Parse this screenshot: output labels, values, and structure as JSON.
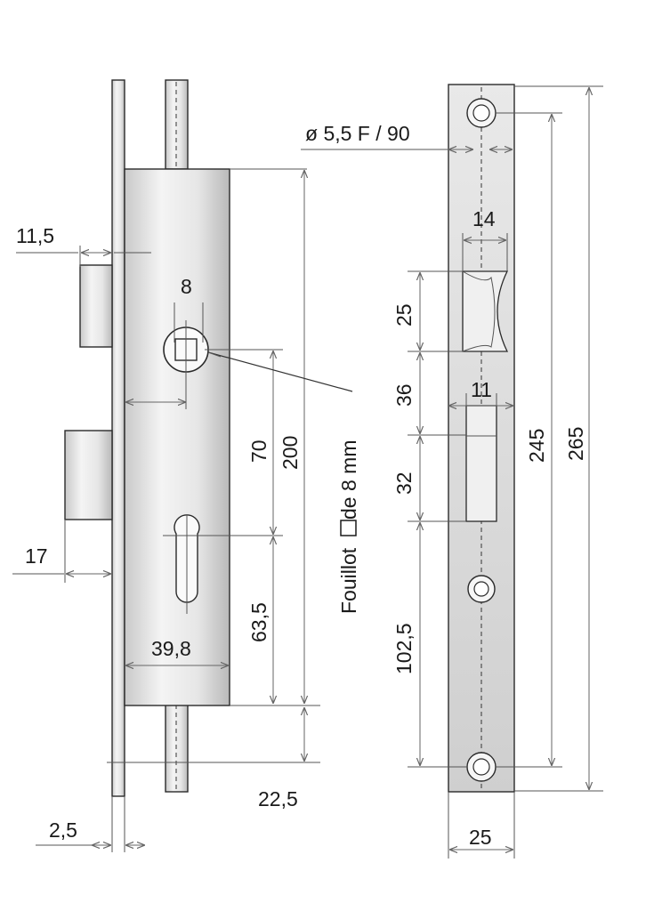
{
  "diagram": {
    "labels": {
      "dim_11_5": "11,5",
      "dim_8": "8",
      "dim_17": "17",
      "dim_70": "70",
      "dim_200": "200",
      "dim_63_5": "63,5",
      "dim_39_8": "39,8",
      "dim_22_5": "22,5",
      "dim_2_5": "2,5",
      "fouillot_prefix": "Fouillot",
      "fouillot_suffix": " de 8 mm",
      "hole_spec": "ø 5,5 F / 90",
      "dim_14": "14",
      "dim_25_height": "25",
      "dim_36": "36",
      "dim_11": "11",
      "dim_32": "32",
      "dim_245": "245",
      "dim_265": "265",
      "dim_102_5": "102,5",
      "dim_25_width": "25"
    }
  }
}
